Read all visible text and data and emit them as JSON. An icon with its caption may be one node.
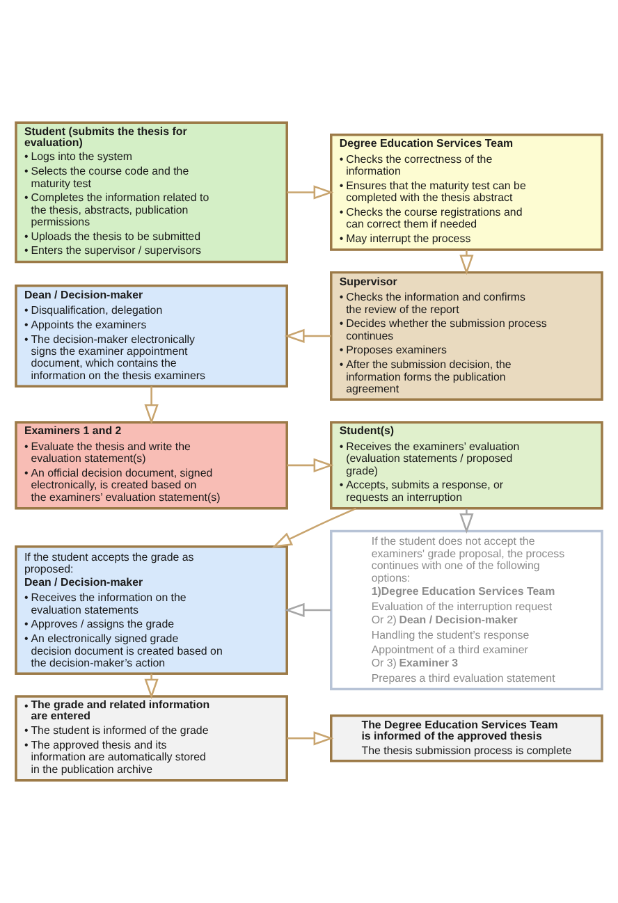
{
  "diagram": {
    "nodes": [
      {
        "text": [
          "Student (submits the thesis for evaluation)",
          "• Logs into the system",
          "• Selects the course code and the maturity test",
          "• Completes the information related to the thesis, abstracts, publication permissions",
          "• Uploads the thesis to be submitted",
          "• Enters the supervisor / supervisors"
        ]
      },
      {
        "text": [
          "Degree Education Services Team",
          "• Checks the correctness of the information",
          "• Ensures that the maturity test can be completed with the thesis abstract",
          "• Checks the course registrations and can correct them if needed",
          "• May interrupt the process"
        ]
      },
      {
        "text": [
          "Supervisor",
          "• Checks the information and confirms the review of the report",
          "• Decides whether the submission process continues",
          "• Proposes examiners",
          "• After the submission decision, the information forms the publication agreement"
        ]
      },
      {
        "text": [
          "Dean / Decision-maker",
          "• Disqualification, delegation",
          "• Appoints the examiners",
          "• The decision-maker electronically signs the examiner appointment document, which contains the information on the thesis examiners"
        ]
      },
      {
        "text": [
          "Examiners 1 and 2",
          "• Evaluate the thesis and write the evaluation statement(s)",
          "• An official decision document, signed electronically, is created based on the examiners’ evaluation statement(s)"
        ]
      },
      {
        "text": [
          "Student(s)",
          "• Receives the examiners’ evaluation (evaluation statements / proposed grade)",
          "• Accepts, submits a response, or requests an interruption"
        ]
      },
      {
        "text": [
          "If the student accepts the grade as proposed:",
          "Dean / Decision-maker",
          "• Receives the information on the evaluation statements",
          "• Approves / assigns the grade",
          "• An electronically signed grade decision document is created based on the decision-maker’s action"
        ]
      },
      {
        "text": [
          "• The grade and related information are entered",
          "• The student is informed of the grade",
          "• The approved thesis and its information are automatically stored in the publication archive"
        ]
      },
      {
        "text": [
          "If the student does not accept the examiners' grade proposal, the process continues with one of the following options:",
          "1)Degree Education Services Team",
          "Evaluation of the interruption request",
          "Or 2) **Dean / Decision-maker**",
          "Handling the student’s response",
          "Appointment of a third examiner",
          "Or 3) **Examiner 3**",
          "Prepares a third evaluation statement"
        ]
      },
      {
        "text": [
          "The Degree Education Services Team is informed of the approved thesis",
          "The thesis submission process is complete"
        ]
      }
    ],
    "edges": [
      {
        "from": 0,
        "to": 1,
        "arrow": "to"
      },
      {
        "from": 1,
        "to": 2,
        "arrow": "to"
      },
      {
        "from": 2,
        "to": 3,
        "arrow": "to"
      },
      {
        "from": 3,
        "to": 4,
        "arrow": "to"
      },
      {
        "from": 4,
        "to": 5,
        "arrow": "to"
      },
      {
        "from": 5,
        "to": 6,
        "arrow": "to"
      },
      {
        "from": 5,
        "to": 8,
        "arrow": "to",
        "color": "#a6a6a6"
      },
      {
        "from": 8,
        "to": 6,
        "arrow": "to",
        "color": "#a6a6a6"
      },
      {
        "from": 6,
        "to": 7,
        "arrow": "to"
      },
      {
        "from": 7,
        "to": 9,
        "arrow": "to"
      }
    ]
  }
}
